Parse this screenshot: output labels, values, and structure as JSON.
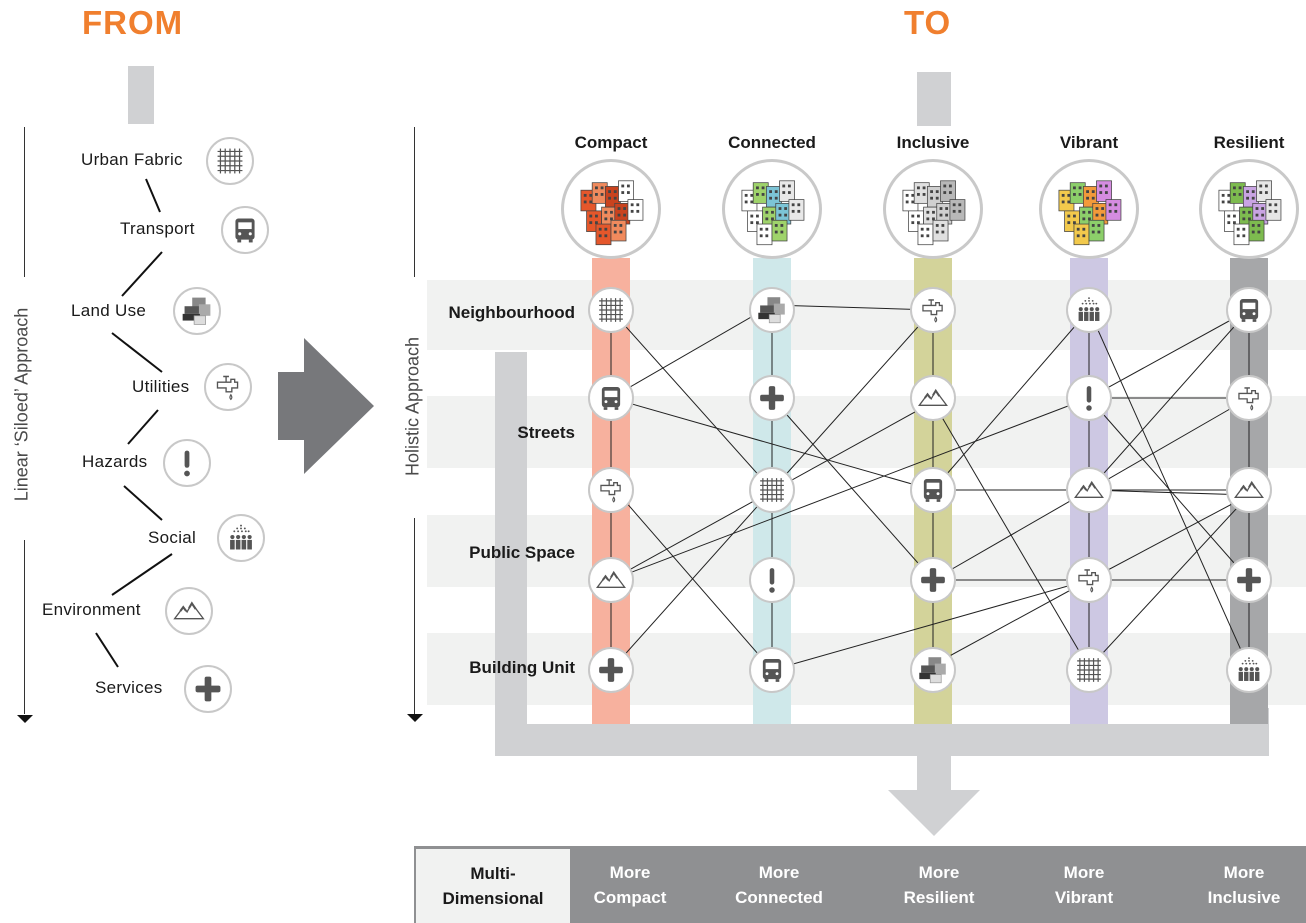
{
  "headings": {
    "from": "FROM",
    "to": "TO"
  },
  "axes": {
    "linear": "Linear ‘Siloed’ Approach",
    "holistic": "Holistic Approach"
  },
  "siloed_items": [
    {
      "label": "Urban Fabric",
      "icon": "grid-icon"
    },
    {
      "label": "Transport",
      "icon": "bus-icon"
    },
    {
      "label": "Land Use",
      "icon": "blocks-icon"
    },
    {
      "label": "Utilities",
      "icon": "tap-icon"
    },
    {
      "label": "Hazards",
      "icon": "exclamation-icon"
    },
    {
      "label": "Social",
      "icon": "people-icon"
    },
    {
      "label": "Environment",
      "icon": "mountain-icon"
    },
    {
      "label": "Services",
      "icon": "plus-icon"
    }
  ],
  "columns": [
    {
      "label": "Compact",
      "color": "#f7b19e"
    },
    {
      "label": "Connected",
      "color": "#cfe8ea"
    },
    {
      "label": "Inclusive",
      "color": "#d3d39a"
    },
    {
      "label": "Vibrant",
      "color": "#cdc8e3"
    },
    {
      "label": "Resilient",
      "color": "#a6a7a9"
    }
  ],
  "rows": [
    "Neighbourhood",
    "Streets",
    "Public Space",
    "Building Unit"
  ],
  "grid_icons": [
    [
      "grid-icon",
      "blocks-icon",
      "tap-icon",
      "people-icon",
      "bus-icon"
    ],
    [
      "bus-icon",
      "plus-icon",
      "mountain-icon",
      "exclamation-icon",
      "tap-icon"
    ],
    [
      "tap-icon",
      "grid-icon",
      "bus-icon",
      "mountain-icon",
      "mountain-icon"
    ],
    [
      "mountain-icon",
      "exclamation-icon",
      "plus-icon",
      "tap-icon",
      "plus-icon"
    ],
    [
      "plus-icon",
      "bus-icon",
      "blocks-icon",
      "grid-icon",
      "people-icon"
    ]
  ],
  "outcomes": {
    "first": "Multi-\nDimensional",
    "items": [
      "More\nCompact",
      "More\nConnected",
      "More\nResilient",
      "More\nVibrant",
      "More\nInclusive"
    ]
  },
  "colors": {
    "accent_orange": "#f07f2e",
    "band_gray": "#f1f2f1",
    "connector_gray": "#d0d1d3",
    "arrow_gray": "#77787b",
    "bottom_bar": "#8f9092"
  }
}
